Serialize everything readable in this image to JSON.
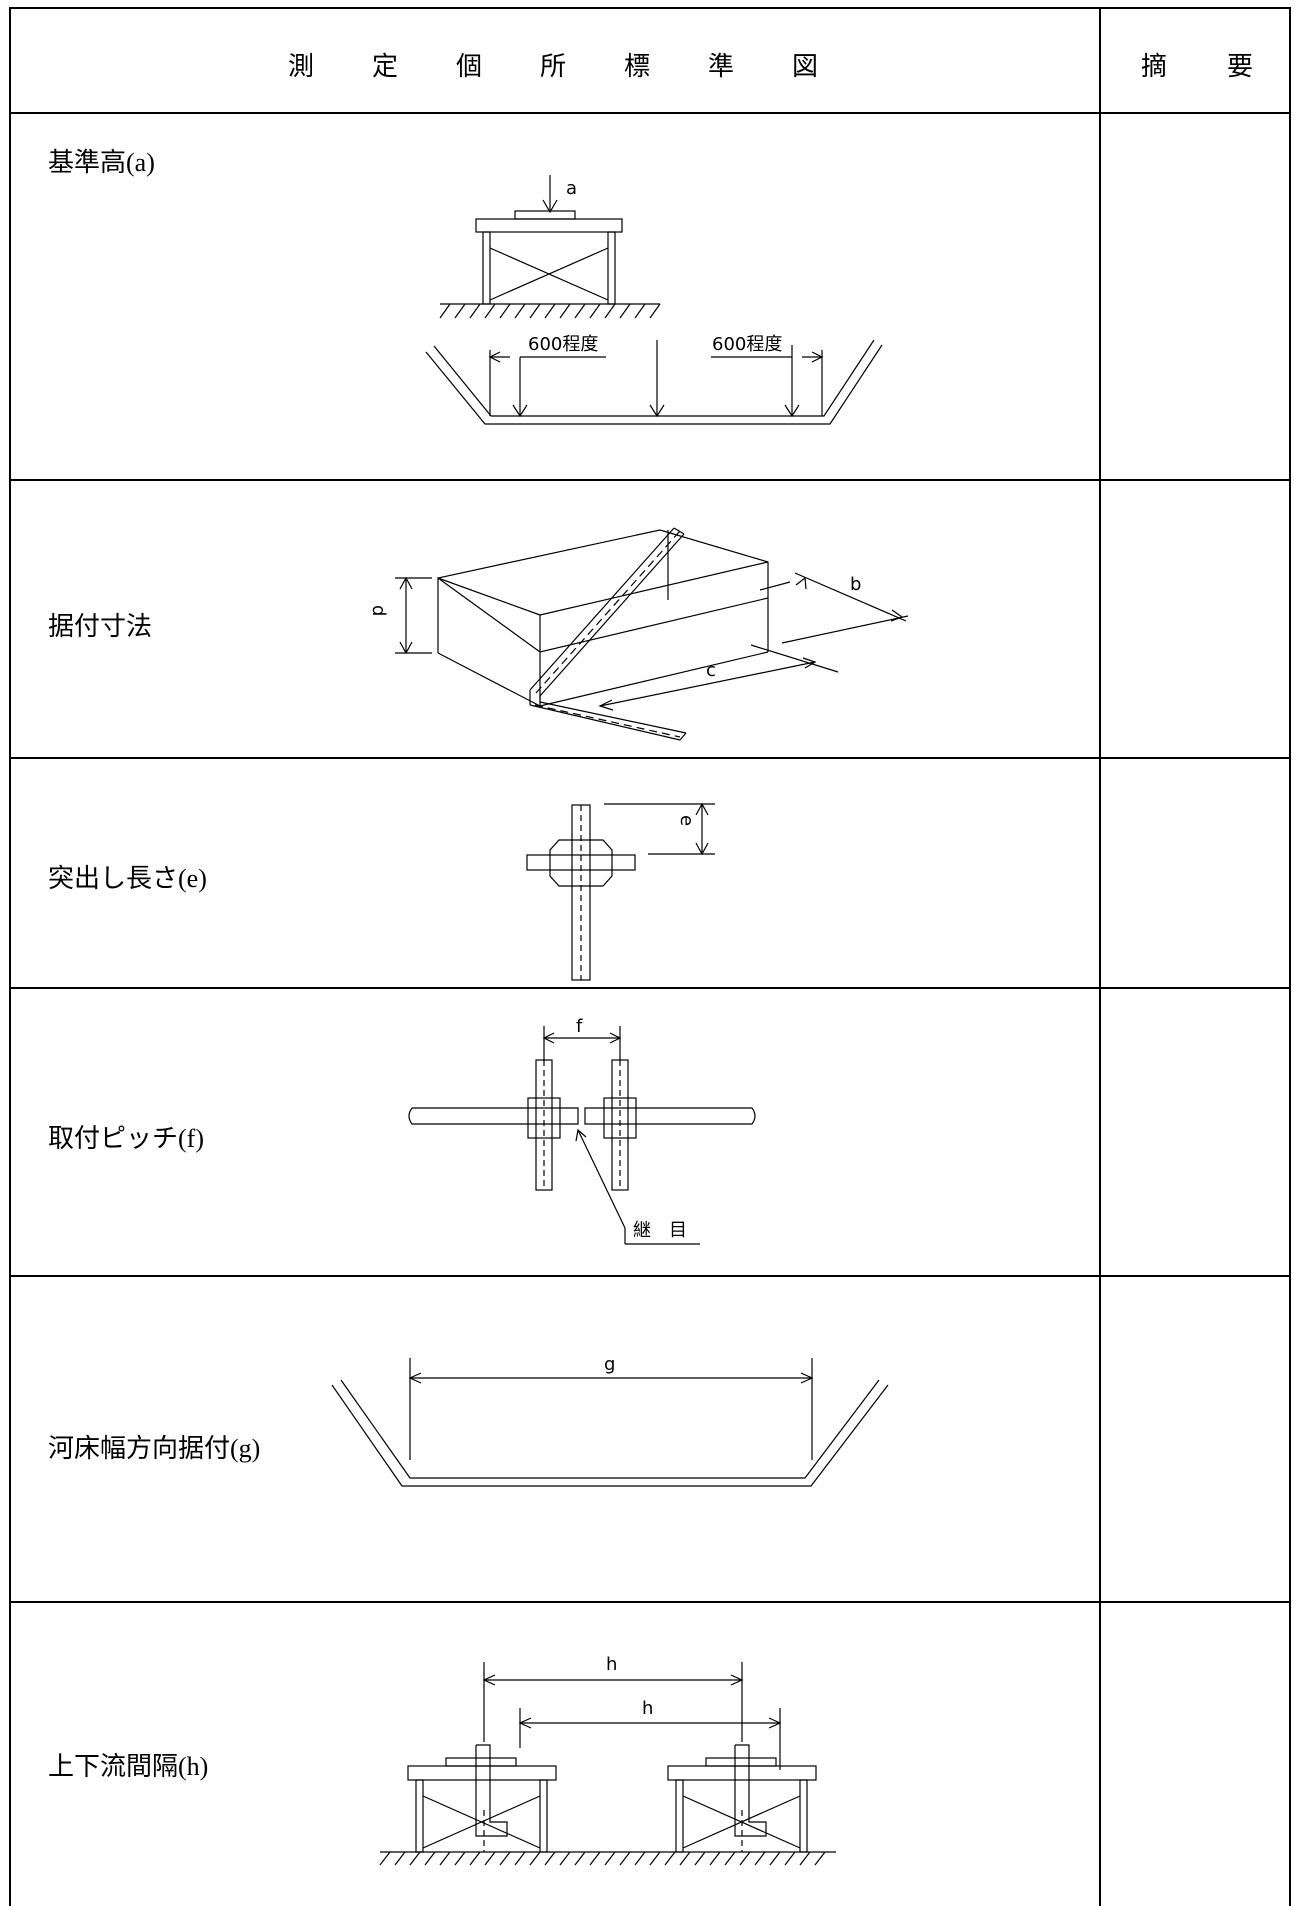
{
  "header": {
    "title_chars": [
      "測",
      "定",
      "個",
      "所",
      "標",
      "準",
      "図"
    ],
    "remarks_chars": [
      "摘",
      "要"
    ]
  },
  "rows": [
    {
      "label": "基準高(a)",
      "marks": [
        "a",
        "600程度",
        "600程度"
      ]
    },
    {
      "label": "据付寸法",
      "marks": [
        "b",
        "c",
        "d"
      ]
    },
    {
      "label": "突出し長さ(e)",
      "marks": [
        "e"
      ]
    },
    {
      "label": "取付ピッチ(f)",
      "marks": [
        "f",
        "継　目"
      ]
    },
    {
      "label": "河床幅方向据付(g)",
      "marks": [
        "g"
      ]
    },
    {
      "label": "上下流間隔(h)",
      "marks": [
        "h",
        "h"
      ]
    }
  ]
}
